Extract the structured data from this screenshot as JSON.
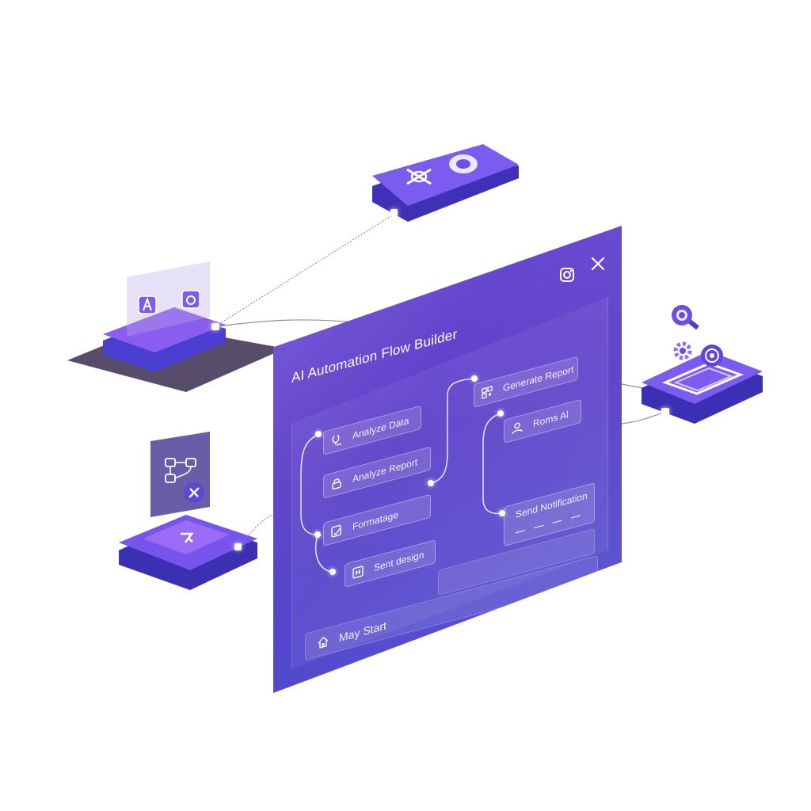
{
  "colors": {
    "panel": "#5b3fc8",
    "accent": "#7d5cf0",
    "node_text": "#f2efff",
    "wire": "#9aa0b8"
  },
  "panel": {
    "title": "AI Automation Flow Builder",
    "header_icons": [
      "instagram-icon",
      "close-icon"
    ]
  },
  "flow": {
    "left_column": [
      {
        "label": "Analyze Data",
        "icon": "stethoscope-icon"
      },
      {
        "label": "Analyze Report",
        "icon": "lock-icon"
      },
      {
        "label": "Formatage",
        "icon": "document-edit-icon"
      },
      {
        "label": "Sent design",
        "icon": "grid-tool-icon"
      }
    ],
    "right_column": [
      {
        "label": "Generate Report",
        "icon": "qr-icon"
      },
      {
        "label": "Roms Al",
        "icon": "user-icon"
      },
      {
        "label": "Send Notification",
        "icon": ""
      }
    ],
    "footer": {
      "label": "May Start",
      "icon": "home-icon"
    }
  },
  "floating_cards": {
    "top": {
      "icons": [
        "cross-flower-icon",
        "ring-icon"
      ]
    },
    "left_top": {
      "icons": [
        "letter-a-icon",
        "cloud-icon"
      ]
    },
    "left_bottom": {
      "icons": [
        "flowchart-icon",
        "tool-icon",
        "ai-logo-icon"
      ]
    },
    "right": {
      "icons": [
        "magnifier-icon",
        "gear-icon",
        "chip-icon"
      ]
    }
  }
}
